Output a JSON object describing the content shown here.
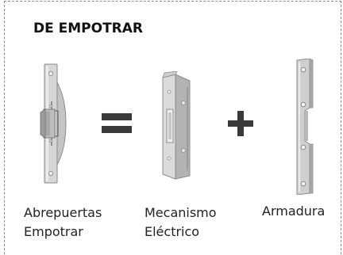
{
  "heading": "DE EMPOTRAR",
  "products": [
    {
      "line1": "Abrepuertas",
      "line2": "Empotrar",
      "icon": "door-strike-icon"
    },
    {
      "line1": "Mecanismo",
      "line2": "Eléctrico",
      "icon": "strike-mechanism-icon"
    },
    {
      "line1": "Armadura",
      "line2": "",
      "icon": "faceplate-icon"
    }
  ],
  "operators": {
    "equals": "equals-icon",
    "plus": "plus-icon"
  },
  "colors": {
    "metal_light": "#d9d9d9",
    "metal_mid": "#bdbdbd",
    "metal_dark": "#8c8c8c",
    "operator": "#3a3a3a",
    "border": "#8a8a8a"
  }
}
